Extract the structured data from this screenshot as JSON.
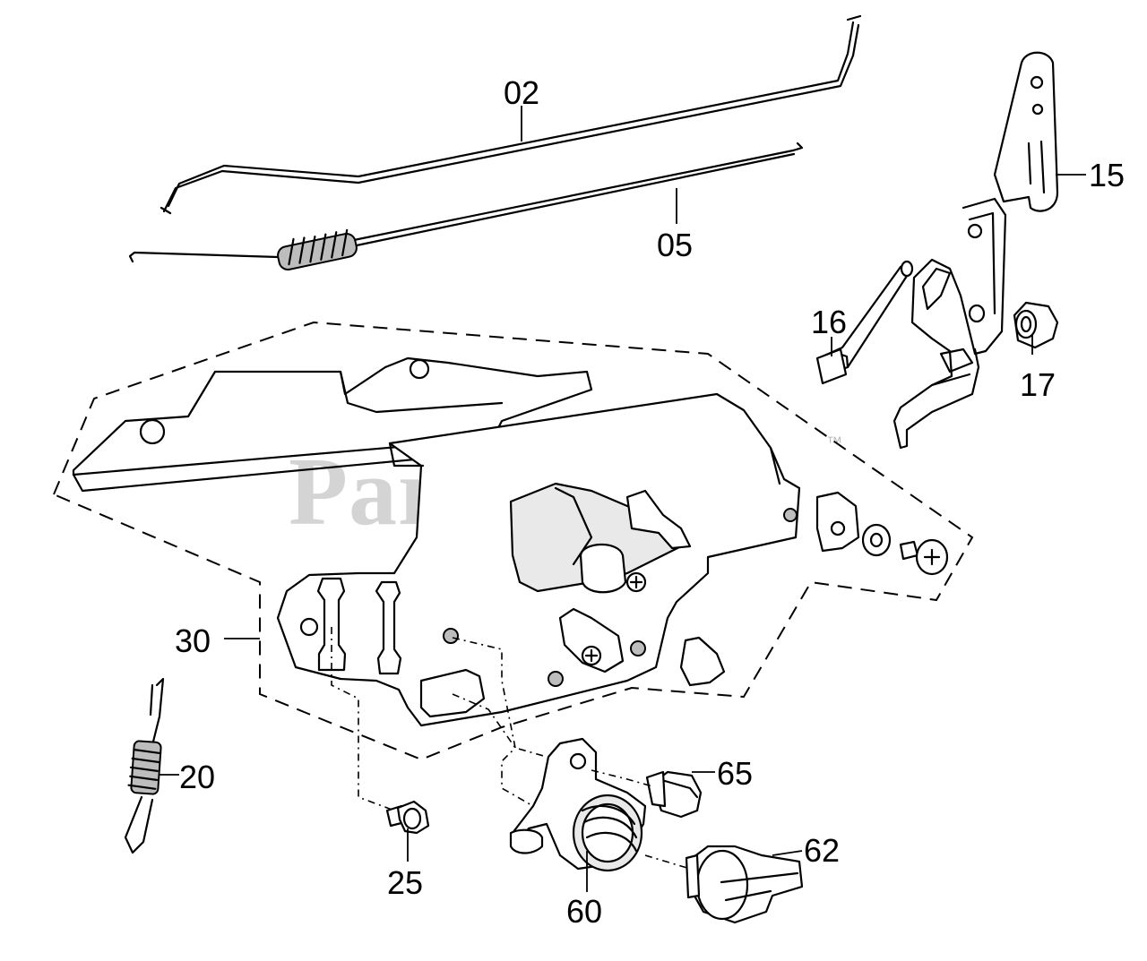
{
  "watermark": {
    "brand": "PartsTree",
    "trademark": "™"
  },
  "callouts": [
    {
      "id": "02",
      "label": "02"
    },
    {
      "id": "05",
      "label": "05"
    },
    {
      "id": "15",
      "label": "15"
    },
    {
      "id": "16",
      "label": "16"
    },
    {
      "id": "17",
      "label": "17"
    },
    {
      "id": "20",
      "label": "20"
    },
    {
      "id": "25",
      "label": "25"
    },
    {
      "id": "30",
      "label": "30"
    },
    {
      "id": "60",
      "label": "60"
    },
    {
      "id": "62",
      "label": "62"
    },
    {
      "id": "65",
      "label": "65"
    }
  ]
}
